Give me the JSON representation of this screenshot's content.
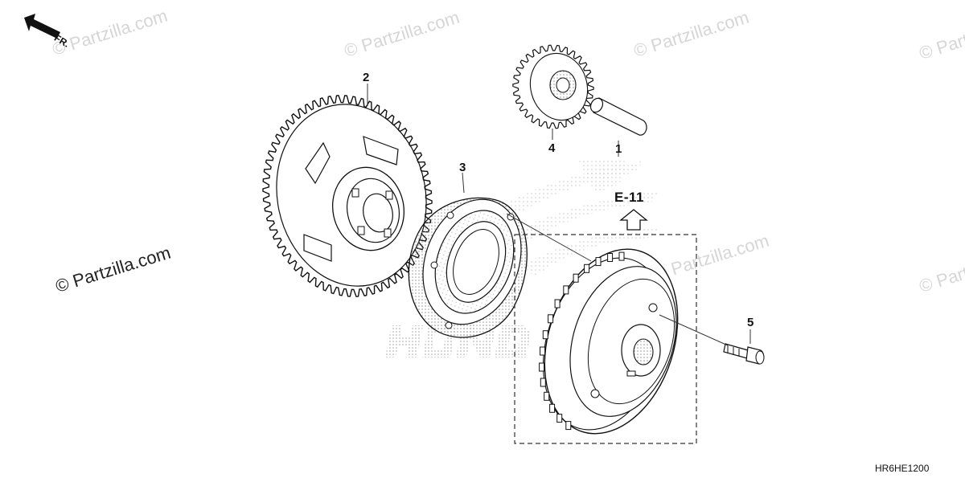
{
  "direction": {
    "label": "FR.",
    "icon": "front-arrow-icon"
  },
  "watermark": {
    "text": "© Partzilla.com"
  },
  "callouts": {
    "p1": "1",
    "p2": "2",
    "p3": "3",
    "p4": "4",
    "p5": "5"
  },
  "reference": {
    "label": "E-11",
    "icon": "up-arrow-icon"
  },
  "diagram_code": "HR6HE1200"
}
